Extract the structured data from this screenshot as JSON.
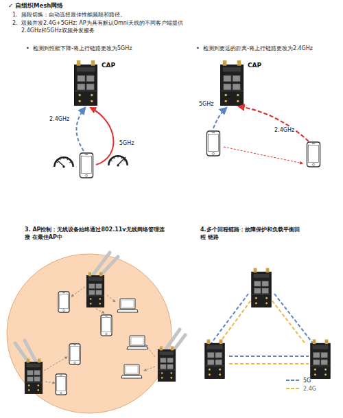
{
  "diagram": {
    "title": "✓ 自组织Mesh网络",
    "nodes": [
      {
        "text": [
          "CAP"
        ]
      },
      {
        "text": [
          "CAP"
        ]
      }
    ],
    "labels": [
      "1.",
      "频段切换：自动选择最佳性能频段和路径。",
      "2.",
      "双频并发2.4G+5GHz: AP为具有默认Omni天线的不同客户端提供 2.4GHz和5GHz双频并发服务",
      "•",
      "检测到性能下降-将上行链路更改为5GHz",
      "•",
      "检测到更远的距离-将上行链路更改为2.4GHz",
      "2.4GHz",
      "5GHz",
      "5GHz",
      "2.4GHz",
      "3. AP控制：无线设备始终通过802.11v无线网络管理连接 在最佳AP中",
      "4.多个回程链路：故障保护和负载平衡回程 链路"
    ],
    "legend": [
      {
        "text": "5G"
      },
      {
        "text": "2.4G"
      }
    ]
  }
}
